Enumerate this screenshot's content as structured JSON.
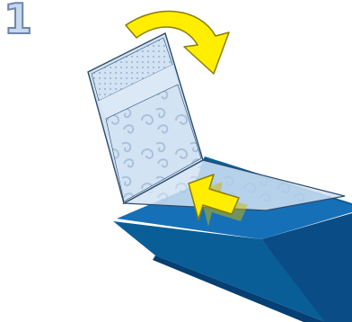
{
  "step": {
    "number": "1"
  },
  "colors": {
    "folder_outer": "#1670b8",
    "folder_outer_dark": "#0a4d86",
    "folder_dark_inside": "#0a5e97",
    "folder_shadow": "#063f73",
    "panel_fill": "#d2e3f3",
    "panel_stroke": "#2c4a6c",
    "swirl": "#a9c1dc",
    "arrow_fill": "#ffee00",
    "arrow_stroke": "#8a7d00",
    "step_fill": "#c7d7ec",
    "step_stroke": "#6d86ad"
  },
  "icons": {
    "curved_arrow": "curved-rotate-arrow",
    "straight_arrow": "insert-arrow"
  }
}
